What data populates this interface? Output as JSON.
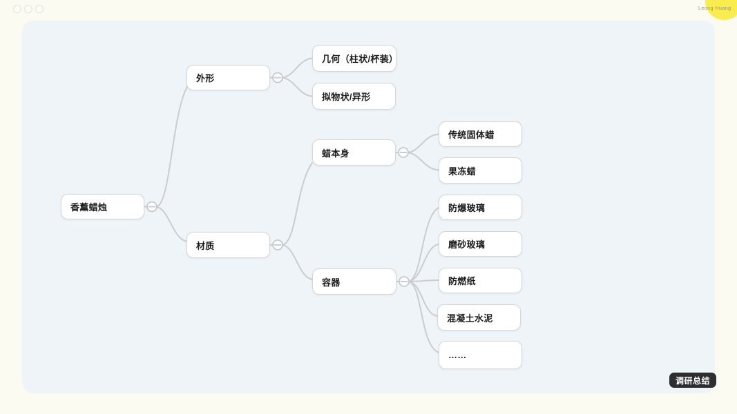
{
  "window": {
    "controls": [
      {
        "name": "control-1"
      },
      {
        "name": "control-2"
      },
      {
        "name": "control-3"
      }
    ]
  },
  "collaborator": {
    "name": "Leong Huang"
  },
  "badge": {
    "label": "调研总结"
  },
  "mindmap": {
    "root": {
      "label": "香薰蜡烛",
      "children": [
        {
          "label": "外形",
          "children": [
            {
              "label": "几何（柱状/杯装）"
            },
            {
              "label": "拟物状/异形"
            }
          ]
        },
        {
          "label": "材质",
          "children": [
            {
              "label": "蜡本身",
              "children": [
                {
                  "label": "传统固体蜡"
                },
                {
                  "label": "果冻蜡"
                }
              ]
            },
            {
              "label": "容器",
              "children": [
                {
                  "label": "防爆玻璃"
                },
                {
                  "label": "磨砂玻璃"
                },
                {
                  "label": "防燃纸"
                },
                {
                  "label": "混凝土水泥"
                },
                {
                  "label": "……"
                }
              ]
            }
          ]
        }
      ]
    }
  },
  "colors": {
    "page_bg": "#fbfbf1",
    "canvas_bg": "#eff4f9",
    "node_border": "#d6d6d6",
    "connector": "#c9cdd1",
    "badge_bg": "#2e2e30",
    "avatar_yellow": "#f9ec4f"
  }
}
